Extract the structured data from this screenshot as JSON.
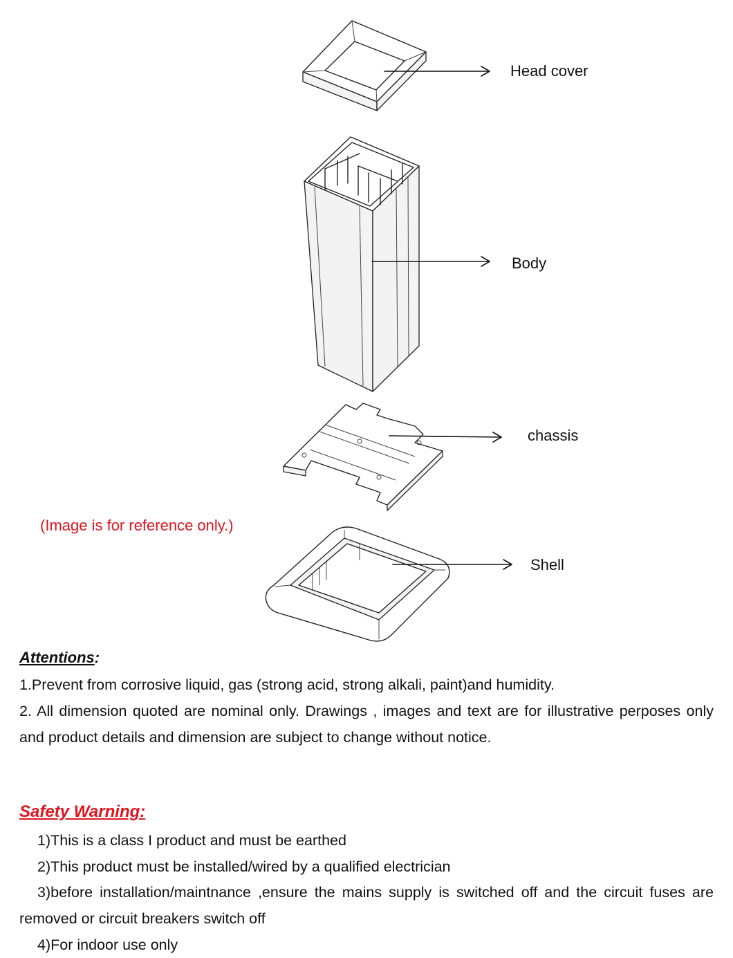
{
  "parts": {
    "head_cover": "Head cover",
    "body": "Body",
    "chassis": "chassis",
    "shell": "Shell"
  },
  "reference_note": "(Image is for reference only.)",
  "attentions": {
    "heading": "Attentions",
    "heading_colon": ":",
    "items": [
      "1.Prevent from corrosive liquid, gas (strong acid, strong alkali, paint)and humidity.",
      "2. All dimension quoted are nominal only. Drawings , images and text are for illustrative perposes only and product details and dimension are subject to change without notice."
    ]
  },
  "safety": {
    "heading": "Safety Warning:",
    "items": [
      "1)This is a class I product and must be earthed",
      "2)This product must be installed/wired by a qualified electrician",
      "3)before installation/maintnance ,ensure the mains supply is switched off and the circuit fuses are removed or circuit breakers switch off",
      "4)For indoor use only"
    ]
  },
  "colors": {
    "warning_red": "#e0141e",
    "text": "#111111"
  }
}
